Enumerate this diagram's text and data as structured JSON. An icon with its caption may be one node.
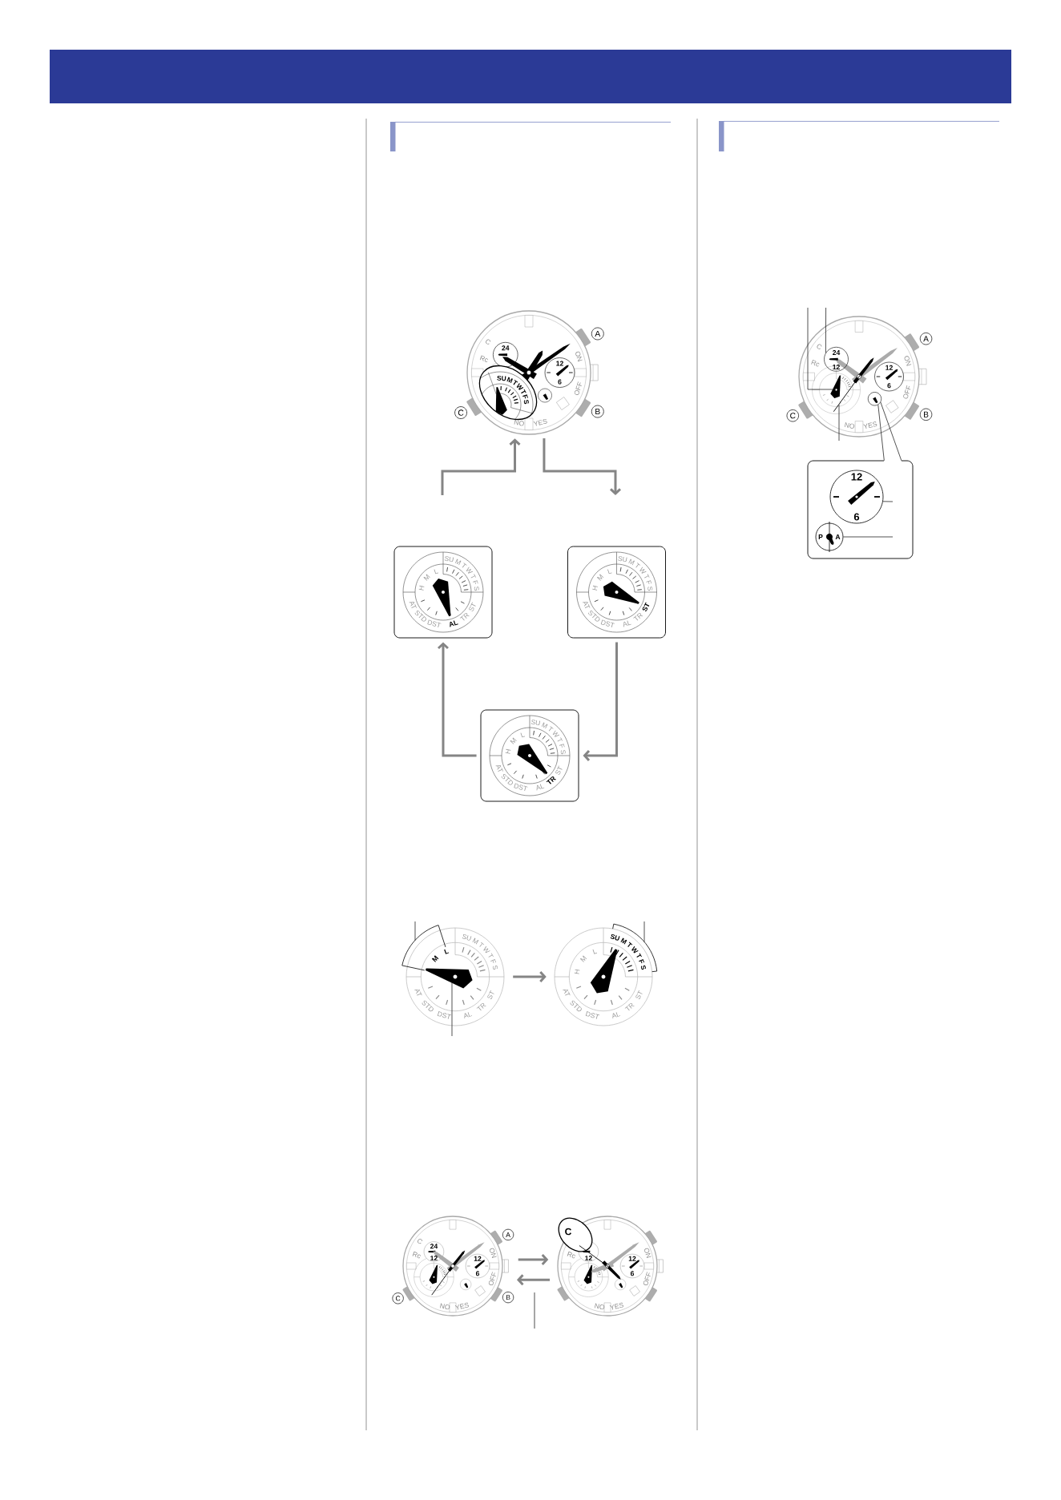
{
  "diagram": {
    "nodes": [
      {
        "text": [],
        "shape": "picture"
      },
      {
        "text": [
          "H",
          "M",
          "L",
          "SU",
          "M",
          "T",
          "W",
          "T",
          "F",
          "S",
          "AT",
          "STD",
          "DST",
          "AL",
          "TR",
          "ST"
        ]
      },
      {
        "text": [
          "H",
          "M",
          "L",
          "SU",
          "M",
          "T",
          "W",
          "T",
          "F",
          "S",
          "AT",
          "STD",
          "DST",
          "AL",
          "TR",
          "ST"
        ]
      },
      {
        "text": [
          "H",
          "M",
          "L",
          "SU",
          "M",
          "T",
          "W",
          "T",
          "F",
          "S",
          "AT",
          "STD",
          "DST",
          "AL",
          "TR",
          "ST"
        ]
      },
      {
        "text": [
          "SU",
          "M",
          "T",
          "W",
          "T",
          "F",
          "S",
          "AT",
          "STD",
          "DST",
          "AL",
          "TR",
          "ST"
        ]
      },
      {
        "text": [],
        "shape": "hand",
        "in": 4
      },
      {
        "text": [
          "M",
          "L"
        ]
      },
      {
        "text": [
          "H",
          "M",
          "L",
          "AT",
          "STD",
          "DST",
          "AL",
          "TR",
          "ST"
        ]
      },
      {
        "text": [
          "SU",
          "M",
          "T",
          "W",
          "T",
          "F",
          "S"
        ]
      },
      {
        "text": [],
        "shape": "picture"
      },
      {
        "text": [],
        "shape": "picture"
      },
      {
        "text": [],
        "shape": "picture"
      },
      {
        "text": [
          "24",
          "12"
        ],
        "in": 11
      },
      {
        "text": [],
        "shape": "hand",
        "in": 11
      },
      {
        "text": [],
        "shape": "hand",
        "in": 11
      },
      {
        "text": [],
        "shape": "circle",
        "in": 11
      },
      {
        "text": [],
        "shape": "box"
      },
      {
        "text": [
          "12",
          "6"
        ],
        "in": 16
      },
      {
        "text": [
          "P",
          "A"
        ],
        "in": 16
      }
    ],
    "edges": [
      {
        "from": null,
        "to": 0,
        "arrow": "to",
        "color": "#858585"
      },
      {
        "from": 0,
        "to": null,
        "arrow": "to",
        "color": "#858585"
      },
      {
        "from": 2,
        "to": 3,
        "arrow": "to",
        "color": "#858585"
      },
      {
        "from": 3,
        "to": 1,
        "arrow": "to",
        "color": "#858585"
      },
      {
        "from": 4,
        "to": 7,
        "arrow": "to",
        "color": "#858585"
      },
      {
        "from": 9,
        "to": 10,
        "arrow": "to",
        "color": "#858585"
      },
      {
        "from": 10,
        "to": 9,
        "arrow": "to",
        "color": "#858585"
      },
      {
        "from": 15,
        "to": 16,
        "arrow": "none"
      },
      {
        "from": 15,
        "to": 16,
        "arrow": "none"
      },
      {
        "from": null,
        "to": 6,
        "arrow": "none"
      },
      {
        "from": null,
        "to": 5,
        "arrow": "none"
      },
      {
        "from": null,
        "to": 8,
        "arrow": "none"
      },
      {
        "from": null,
        "to": 13,
        "arrow": "none"
      },
      {
        "from": null,
        "to": 12,
        "arrow": "none"
      },
      {
        "from": null,
        "to": 14,
        "arrow": "none"
      },
      {
        "from": null,
        "to": 17,
        "arrow": "none"
      },
      {
        "from": null,
        "to": 18,
        "arrow": "none"
      }
    ],
    "labels": [
      "A",
      "C",
      "24",
      "Rc",
      "ON",
      "12",
      "SU",
      "M",
      "T",
      "W",
      "T",
      "F",
      "S",
      "6",
      "OFF",
      "B",
      "C",
      "NO",
      "YES",
      "A",
      "C",
      "24",
      "Rc",
      "ON",
      "12",
      "12",
      "6",
      "OFF",
      "B",
      "C",
      "NO",
      "YES",
      "C",
      "Rc",
      "12",
      "ON",
      "12",
      "6",
      "OFF",
      "NO",
      "YES",
      "C",
      "A",
      "Rc",
      "ON",
      "12",
      "6",
      "OFF",
      "C",
      "B",
      "NO",
      "YES"
    ]
  }
}
